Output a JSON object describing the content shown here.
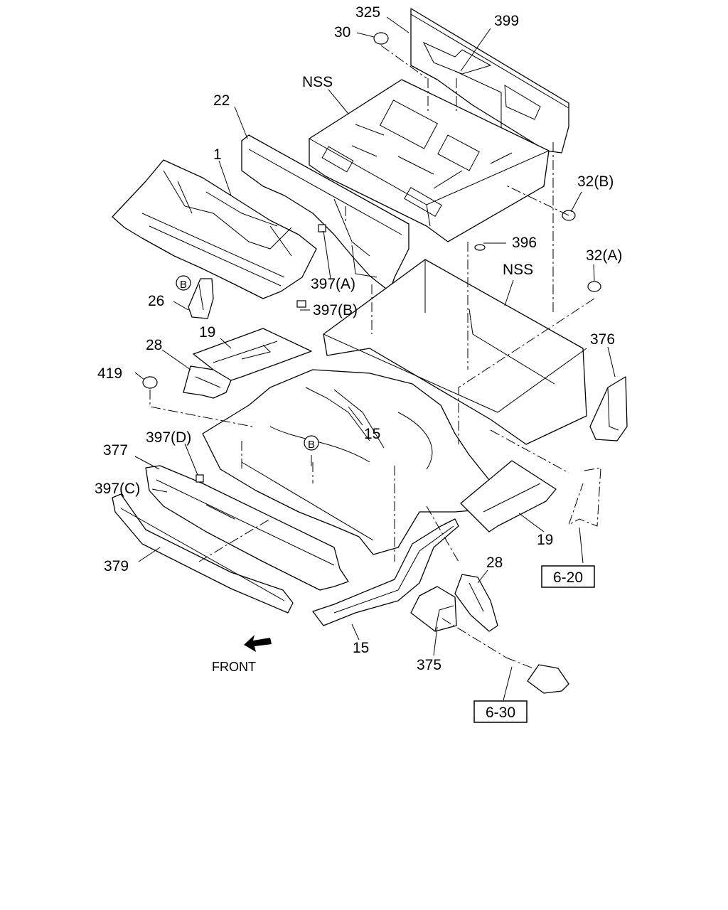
{
  "labels": {
    "l325": "325",
    "l399": "399",
    "l30": "30",
    "lnss1": "NSS",
    "l22": "22",
    "l32b": "32(B)",
    "l1": "1",
    "l396": "396",
    "l32a": "32(A)",
    "lnss2": "NSS",
    "l397a": "397(A)",
    "lb1": "B",
    "l26": "26",
    "l397b": "397(B)",
    "l19a": "19",
    "l28a": "28",
    "l376": "376",
    "l419": "419",
    "l15a": "15",
    "lb2": "B",
    "l397d": "397(D)",
    "l377": "377",
    "l397c": "397(C)",
    "l19b": "19",
    "l379": "379",
    "l28b": "28",
    "l15b": "15",
    "l375": "375",
    "lfront": "FRONT"
  },
  "refs": {
    "r620": "6-20",
    "r630": "6-30"
  }
}
